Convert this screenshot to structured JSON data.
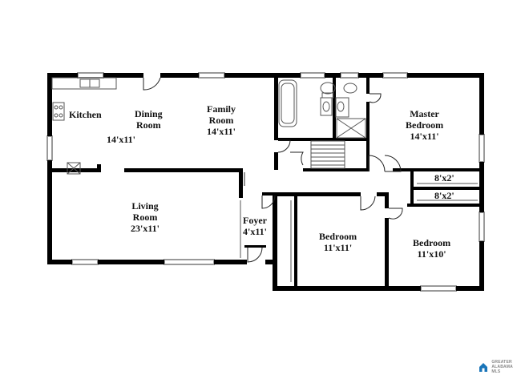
{
  "rooms": [
    {
      "id": "kitchen",
      "name": "Kitchen",
      "dims": ""
    },
    {
      "id": "dining",
      "name": "Dining Room",
      "dims": ""
    },
    {
      "id": "family",
      "name": "Family Room",
      "dims": "14'x11'"
    },
    {
      "id": "kitchen-dining-dims",
      "name": "",
      "dims": "14'x11'"
    },
    {
      "id": "living",
      "name": "Living Room",
      "dims": "23'x11'"
    },
    {
      "id": "foyer",
      "name": "Foyer",
      "dims": "4'x11'"
    },
    {
      "id": "master",
      "name": "Master Bedroom",
      "dims": "14'x11'"
    },
    {
      "id": "closet-1",
      "name": "",
      "dims": "8'x2'"
    },
    {
      "id": "closet-2",
      "name": "",
      "dims": "8'x2'"
    },
    {
      "id": "bedroom-1",
      "name": "Bedroom",
      "dims": "11'x11'"
    },
    {
      "id": "bedroom-2",
      "name": "Bedroom",
      "dims": "11'x10'"
    }
  ],
  "labels": {
    "kitchen": "Kitchen",
    "dining_1": "Dining",
    "dining_2": "Room",
    "family_1": "Family",
    "family_2": "Room",
    "family_dims": "14'x11'",
    "kd_dims": "14'x11'",
    "living_1": "Living",
    "living_2": "Room",
    "living_dims": "23'x11'",
    "foyer": "Foyer",
    "foyer_dims": "4'x11'",
    "master_1": "Master",
    "master_2": "Bedroom",
    "master_dims": "14'x11'",
    "closet1": "8'x2'",
    "closet2": "8'x2'",
    "bed1": "Bedroom",
    "bed1_dims": "11'x11'",
    "bed2": "Bedroom",
    "bed2_dims": "11'x10'"
  },
  "watermark": {
    "line1": "GREATER",
    "line2": "ALABAMA",
    "line3": "MLS",
    "icon": "house-logo-icon"
  },
  "colors": {
    "wall": "#000000",
    "fixture": "#555555",
    "window": "#9a9a9a",
    "logo": "#1a75b9"
  }
}
